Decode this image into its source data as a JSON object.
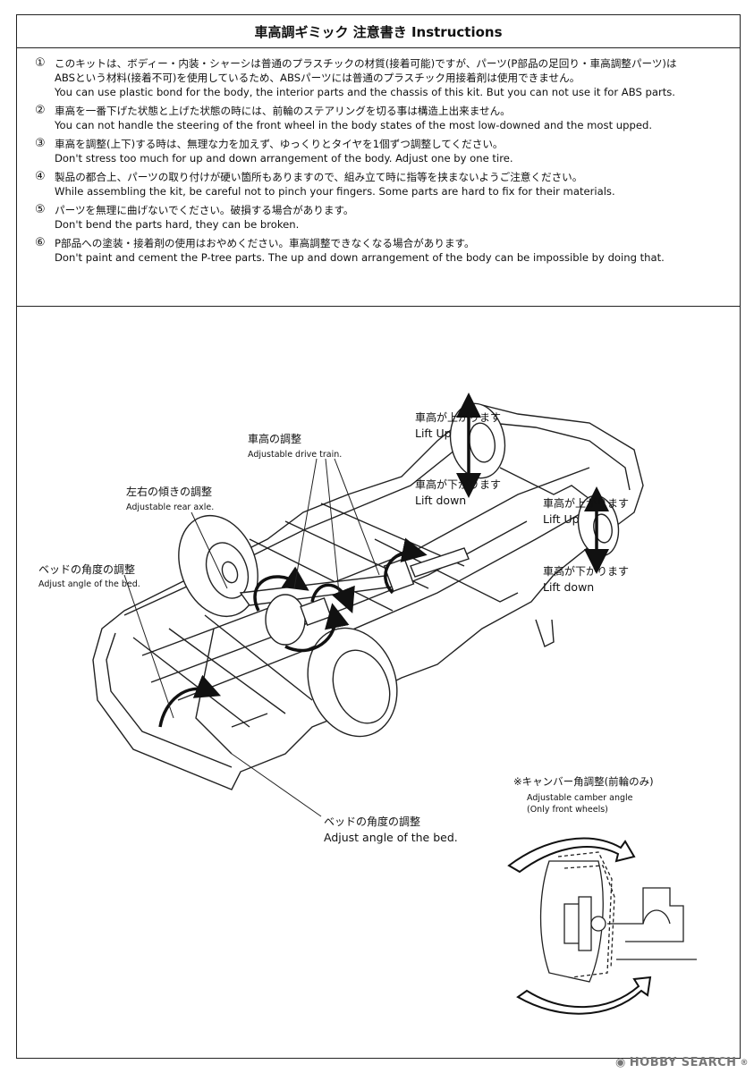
{
  "title": "車高調ギミック 注意書き Instructions",
  "notes": [
    {
      "num": "①",
      "lines": [
        "このキットは、ボディー・内装・シャーシは普通のプラスチックの材質(接着可能)ですが、パーツ(P部品の足回り・車高調整パーツ)は",
        "ABSという材料(接着不可)を使用しているため、ABSパーツには普通のプラスチック用接着剤は使用できません。",
        "You can use plastic bond for the body, the interior parts and the chassis of this kit. But you can not use it for ABS parts."
      ]
    },
    {
      "num": "②",
      "lines": [
        "車高を一番下げた状態と上げた状態の時には、前輪のステアリングを切る事は構造上出来ません。",
        "You can not handle the steering of the front wheel in the body states of the most low-downed and the most upped."
      ]
    },
    {
      "num": "③",
      "lines": [
        "車高を調整(上下)する時は、無理な力を加えず、ゆっくりとタイヤを1個ずつ調整してください。",
        "Don't stress too much for up and down arrangement of the body. Adjust one by one tire."
      ]
    },
    {
      "num": "④",
      "lines": [
        "製品の都合上、パーツの取り付けが硬い箇所もありますので、組み立て時に指等を挟まないようご注意ください。",
        "While assembling the kit, be careful not to pinch your fingers. Some parts are hard to fix for their materials."
      ]
    },
    {
      "num": "⑤",
      "lines": [
        "パーツを無理に曲げないでください。破損する場合があります。",
        "Don't bend the parts hard, they can be broken."
      ]
    },
    {
      "num": "⑥",
      "lines": [
        "P部品への塗装・接着剤の使用はおやめください。車高調整できなくなる場合があります。",
        "Don't paint and cement the P-tree parts. The up and down arrangement of the body can be impossible by doing that."
      ]
    }
  ],
  "labels": {
    "lift_up_rear_jp": "車高が上がります",
    "lift_up_rear_en": "Lift Up",
    "lift_down_rear_jp": "車高が下がります",
    "lift_down_rear_en": "Lift down",
    "lift_up_front_jp": "車高が上がります",
    "lift_up_front_en": "Lift Up",
    "lift_down_front_jp": "車高が下がります",
    "lift_down_front_en": "Lift down",
    "drive_train_jp": "車高の調整",
    "drive_train_en": "Adjustable drive train.",
    "rear_axle_jp": "左右の傾きの調整",
    "rear_axle_en": "Adjustable rear axle.",
    "bed_top_jp": "ベッドの角度の調整",
    "bed_top_en": "Adjust angle of the bed.",
    "bed_bottom_jp": "ベッドの角度の調整",
    "bed_bottom_en": "Adjust angle of the bed.",
    "camber_jp": "※キャンバー角調整(前輪のみ)",
    "camber_en1": "Adjustable camber angle",
    "camber_en2": "(Only front wheels)"
  },
  "watermark": {
    "brand": "HOBBY SEARCH",
    "reg": "®"
  }
}
